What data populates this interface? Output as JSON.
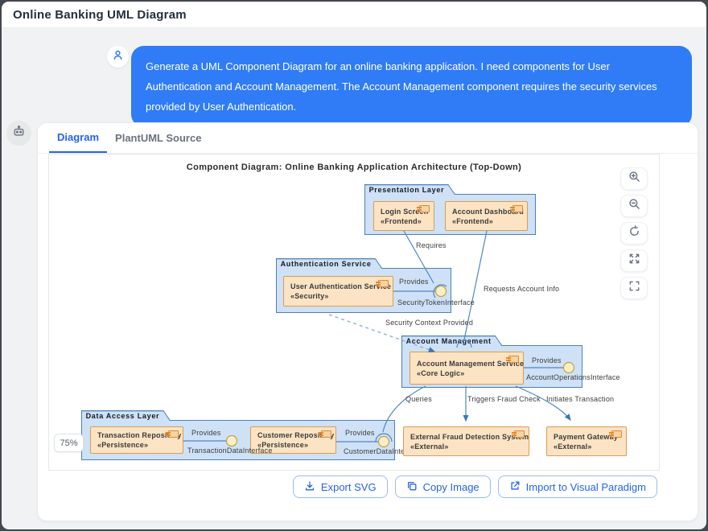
{
  "window": {
    "title": "Online Banking UML Diagram"
  },
  "chat": {
    "user_message": "Generate a UML Component Diagram for an online banking application. I need components for User Authentication and Account Management. The Account Management component requires the security services provided by User Authentication."
  },
  "tabs": {
    "diagram": "Diagram",
    "source": "PlantUML Source"
  },
  "canvas": {
    "title": "Component Diagram: Online Banking Application Architecture (Top-Down)",
    "zoom_badge": "75%"
  },
  "uml": {
    "packages": {
      "presentation": {
        "name": "Presentation Layer"
      },
      "auth": {
        "name": "Authentication Service"
      },
      "account": {
        "name": "Account Management"
      },
      "data": {
        "name": "Data Access Layer"
      }
    },
    "components": {
      "login": {
        "name": "Login Screen",
        "stereotype": "«Frontend»"
      },
      "dashboard": {
        "name": "Account Dashboard",
        "stereotype": "«Frontend»"
      },
      "user_auth": {
        "name": "User Authentication Service",
        "stereotype": "«Security»"
      },
      "ams": {
        "name": "Account Management Service",
        "stereotype": "«Core Logic»"
      },
      "tx_repo": {
        "name": "Transaction Repository",
        "stereotype": "«Persistence»"
      },
      "cust_repo": {
        "name": "Customer Repository",
        "stereotype": "«Persistence»"
      },
      "fraud": {
        "name": "External Fraud Detection System",
        "stereotype": "«External»"
      },
      "payment": {
        "name": "Payment Gateway",
        "stereotype": "«External»"
      }
    },
    "interfaces": {
      "security_token": {
        "label": "Provides",
        "name": "SecurityTokenInterface"
      },
      "account_ops": {
        "label": "Provides",
        "name": "AccountOperationsInterface"
      },
      "tx_data": {
        "label": "Provides",
        "name": "TransactionDataInterface"
      },
      "cust_data": {
        "label": "Provides",
        "name": "CustomerDataInterface"
      }
    },
    "connections": {
      "requires": "Requires",
      "requests": "Requests Account Info",
      "security_context": "Security Context Provided",
      "queries": "Queries",
      "triggers": "Triggers Fraud Check",
      "initiates": "Initiates Transaction"
    }
  },
  "actions": {
    "export_svg": "Export SVG",
    "copy_image": "Copy Image",
    "import_vp": "Import to Visual Paradigm"
  },
  "colors": {
    "accent": "#2563eb",
    "bubble": "#2F7CF6",
    "package_fill": "#CEE1F6",
    "package_border": "#4D7FB8",
    "component_fill": "#FBE3C3",
    "component_border": "#DB9D50",
    "connector": "#4E86C4",
    "interface_fill": "#FAEFC8",
    "interface_border": "#C8A03C"
  }
}
